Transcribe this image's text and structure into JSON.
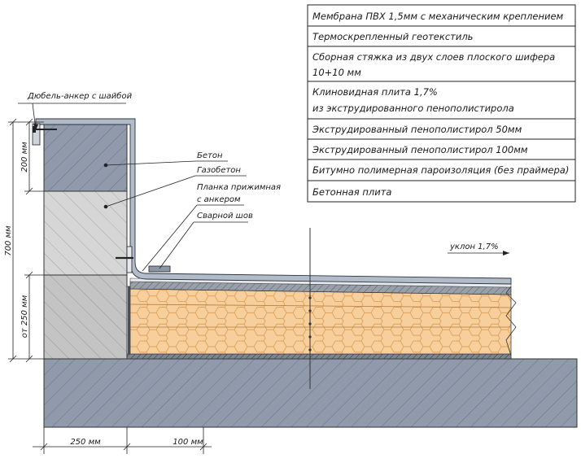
{
  "legend": [
    "Мембрана ПВХ 1,5мм с механическим креплением",
    "Термоскрепленный геотекстиль",
    "Сборная стяжка из двух слоев плоского шифера",
    "10+10 мм",
    "Клиновидная плита 1,7%",
    "из экструдированного пенополистирола",
    "Экструдированный пенополистирол 50мм",
    "Экструдированный пенополистирол 100мм",
    "Битумно полимерная пароизоляция (без праймера)",
    "Бетонная плита"
  ],
  "labels": {
    "anchor": "Дюбель-анкер с шайбой",
    "concrete": "Бетон",
    "aerated": "Газобетон",
    "plank_1": "Планка прижимная",
    "plank_2": "с анкером",
    "weld": "Сварной шов",
    "slope": "уклон 1,7%"
  },
  "dimensions": {
    "d200": "200 мм",
    "d700": "700 мм",
    "d250v": "от 250 мм",
    "d250h": "250 мм",
    "d100h": "100 мм"
  },
  "colors": {
    "concrete": "#909aab",
    "aerated": "#d6d6d6",
    "foam": "#f7cf9c",
    "foam_line": "#e0a25c",
    "membrane": "#b2bcc8"
  }
}
